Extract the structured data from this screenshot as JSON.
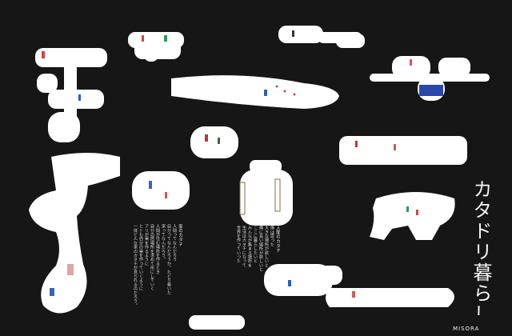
{
  "title": "カタドリ暮らし",
  "essay_left": {
    "heading": "家のカタチ",
    "lines": [
      "人間ってなんだろう",
      "自分ってなんだろうか。たどり着いた",
      "家ってなんだろう。",
      "人間が住む場所を作るとき",
      "自分の居場所を求めて形にしていく",
      "アリが巣を作るように",
      "ヒトも自分の巣を作っていくように",
      "一体どんな家のカタチが見られるのだろう。"
    ]
  },
  "essay_right": {
    "heading": "人間のカタチ",
    "lines": [
      "僕は思った",
      "大きな場所が欲しいと",
      "横に長い場所が欲しいと",
      "ここに暮らしたいと",
      "みんなが集まる場所を",
      "生活はカタチになって",
      "世界を作っていった"
    ]
  },
  "credit": "MISORA",
  "colors": {
    "background": "#161616",
    "chamber": "#ffffff",
    "text": "#f4f4f4"
  }
}
